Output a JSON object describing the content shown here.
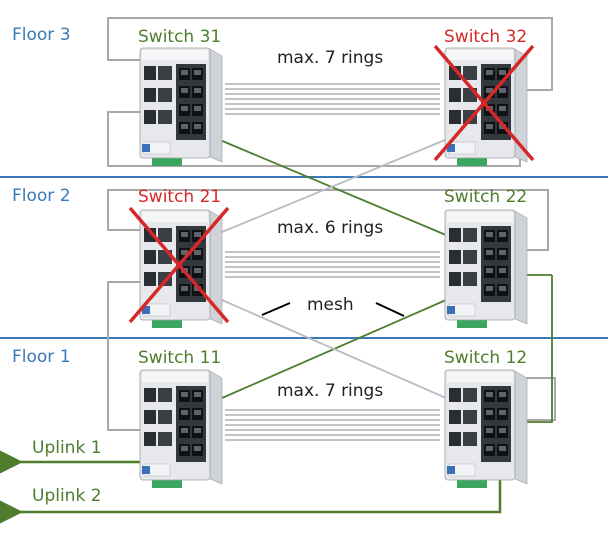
{
  "floors": [
    {
      "label": "Floor 3"
    },
    {
      "label": "Floor 2"
    },
    {
      "label": "Floor 1"
    }
  ],
  "switches": [
    {
      "label": "Switch 31",
      "failed": false
    },
    {
      "label": "Switch 32",
      "failed": true
    },
    {
      "label": "Switch 21",
      "failed": true
    },
    {
      "label": "Switch 22",
      "failed": false
    },
    {
      "label": "Switch 11",
      "failed": false
    },
    {
      "label": "Switch 12",
      "failed": false
    }
  ],
  "rings": [
    {
      "label": "max. 7 rings"
    },
    {
      "label": "max. 6 rings"
    },
    {
      "label": "max. 7 rings"
    }
  ],
  "mesh_label": "mesh",
  "uplinks": [
    {
      "label": "Uplink 1"
    },
    {
      "label": "Uplink 2"
    }
  ],
  "colors": {
    "floor_text": "#3a78b5",
    "floor_line": "#3a78b5",
    "ok_text": "#4e7d2d",
    "failed_text": "#d62828",
    "uplink": "#4e7d2d",
    "ring_cable": "#7a7a7a",
    "cross_link": "#b9bcc4"
  }
}
